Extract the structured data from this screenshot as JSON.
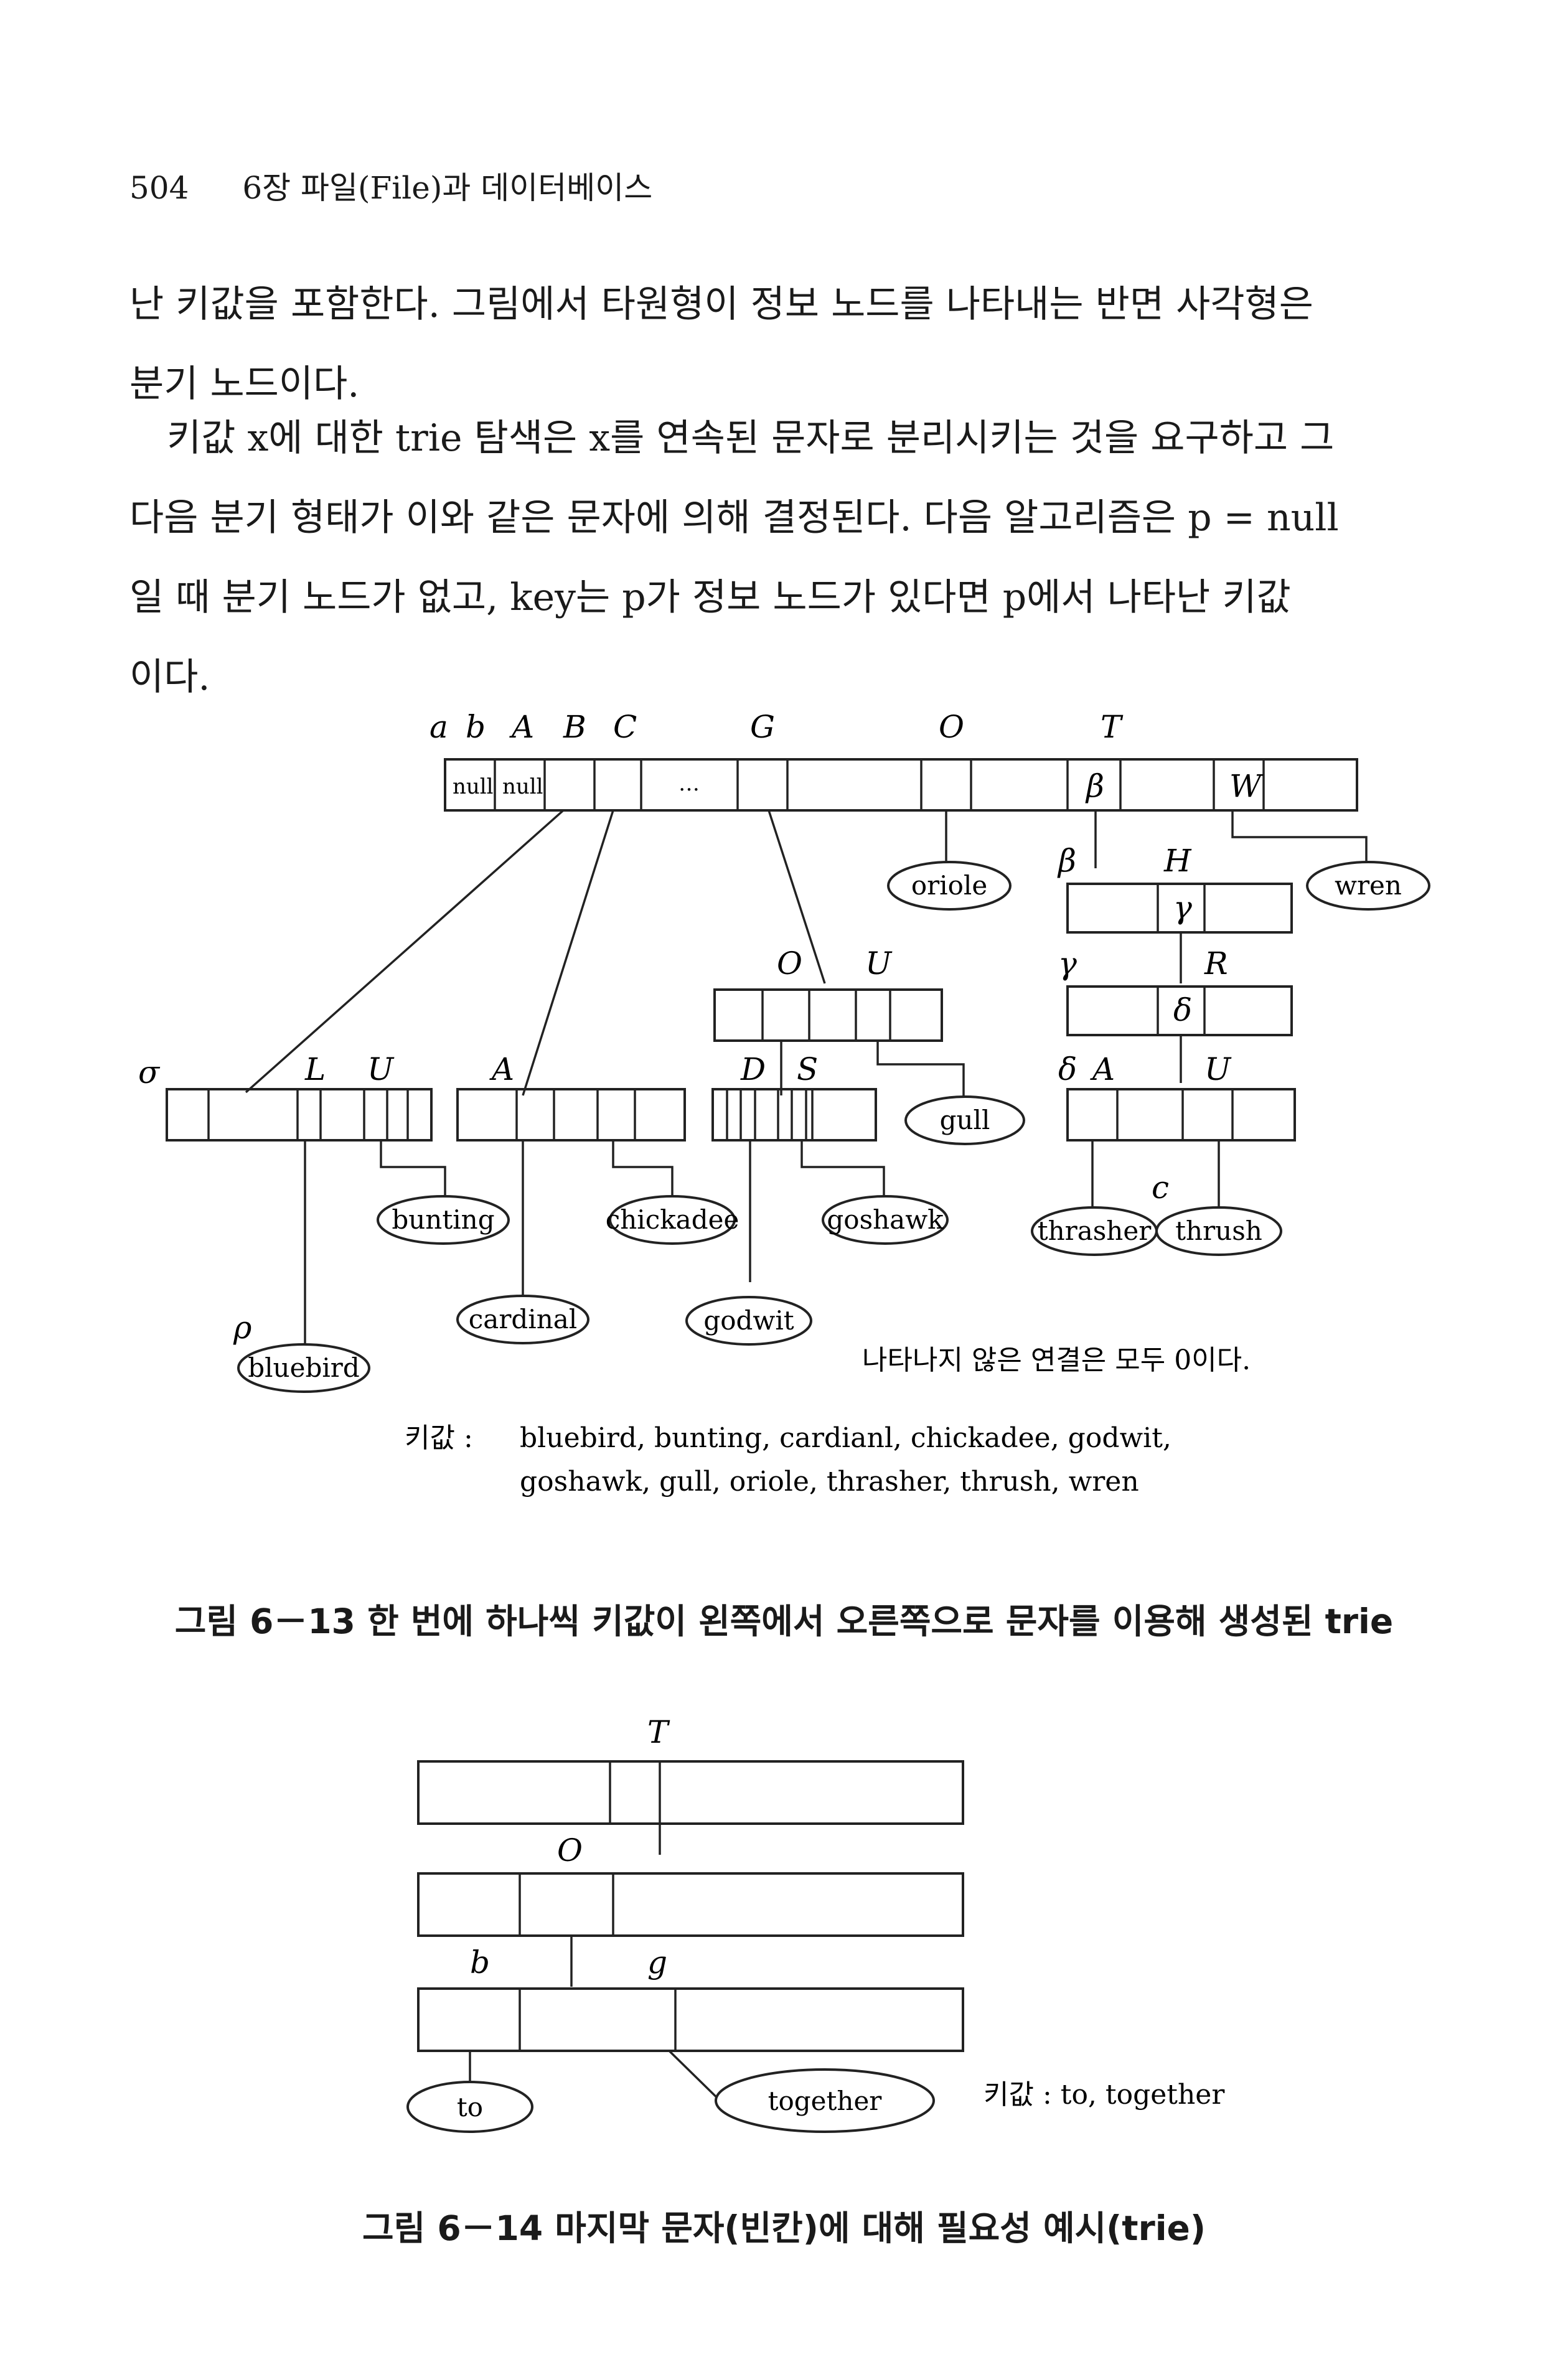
{
  "header": {
    "page_number": "504",
    "chapter": "6장  파일(File)과 데이터베이스"
  },
  "body": {
    "para1": [
      "난 키값을 포함한다. 그림에서 타원형이 정보 노드를 나타내는 반면 사각형은",
      "분기 노드이다."
    ],
    "para2": [
      "키값 x에 대한 trie 탐색은 x를 연속된 문자로 분리시키는 것을 요구하고 그",
      "다음 분기 형태가 이와 같은 문자에 의해 결정된다. 다음 알고리즘은 p = null",
      "일 때 분기 노드가 없고, key는 p가 정보 노드가 있다면 p에서 나타난 키값",
      "이다."
    ]
  },
  "figure1": {
    "top_labels": [
      "a",
      "b",
      "A",
      "B",
      "C",
      "G",
      "O",
      "T"
    ],
    "null_cells": [
      "null",
      "null"
    ],
    "ellipsis": "…",
    "greek": {
      "beta": "β",
      "gamma": "γ",
      "delta": "δ",
      "sigma": "σ",
      "rho": "ρ"
    },
    "node_labels": {
      "W": "W",
      "H": "H",
      "R": "R",
      "O": "O",
      "U": "U",
      "L": "L",
      "A": "A",
      "D": "D",
      "S": "S",
      "c": "c"
    },
    "leaves": [
      "oriole",
      "wren",
      "gull",
      "bunting",
      "chickadee",
      "goshawk",
      "thrasher",
      "thrush",
      "cardinal",
      "godwit",
      "bluebird"
    ],
    "note": "나타나지 않은 연결은 모두 0이다.",
    "keys_label": "키값 :",
    "keys_line1": "bluebird,  bunting,  cardianl,  chickadee,  godwit,",
    "keys_line2": "goshawk,  gull,  oriole,  thrasher,  thrush,  wren",
    "caption": "그림 6－13  한 번에 하나씩 키값이 왼쪽에서 오른쪽으로 문자를 이용해 생성된 trie"
  },
  "figure2": {
    "labels": [
      "T",
      "O",
      "b",
      "g"
    ],
    "leaves": [
      "to",
      "together"
    ],
    "keys": "키값 : to, together",
    "caption": "그림 6－14  마지막 문자(빈칸)에 대해 필요성 예시(trie)"
  }
}
